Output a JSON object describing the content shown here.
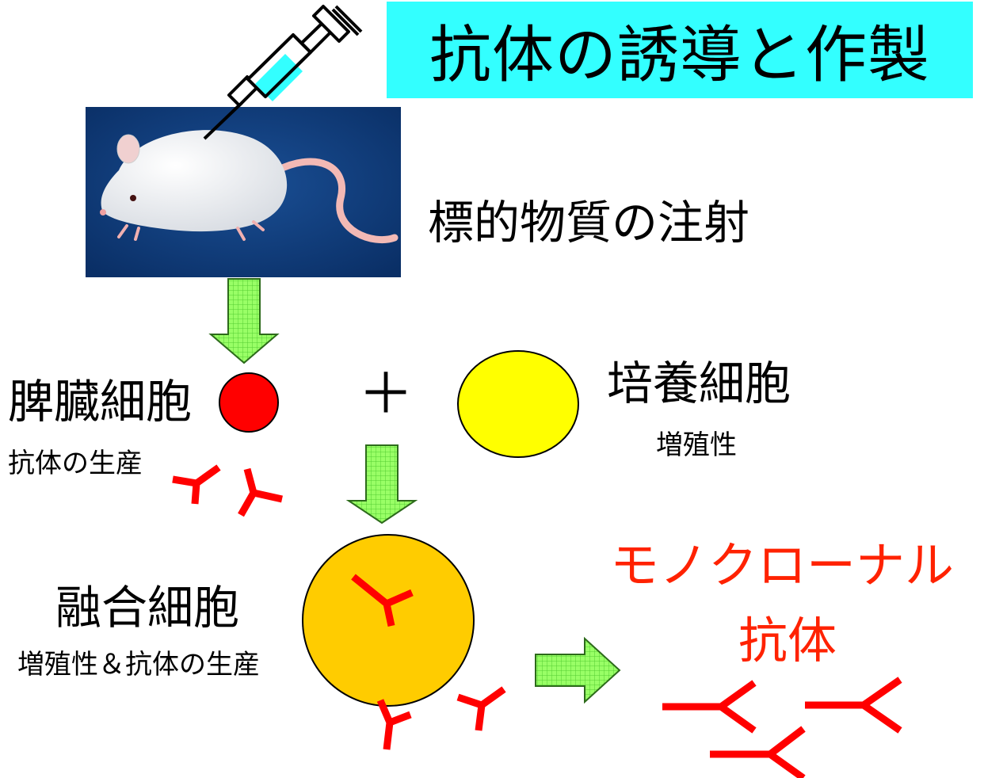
{
  "title": "抗体の誘導と作製",
  "labels": {
    "injection": "標的物質の注射",
    "spleen_cells": "脾臓細胞",
    "spleen_sub": "抗体の生産",
    "plus": "＋",
    "culture_cells": "培養細胞",
    "culture_sub": "増殖性",
    "fused_cells": "融合細胞",
    "fused_sub": "増殖性＆抗体の生産",
    "monoclonal_line1": "モノクローナル",
    "monoclonal_line2": "抗体"
  },
  "colors": {
    "title_bg": "#33ffff",
    "arrow_fill": "#99ff66",
    "spleen_cell": "#ff0000",
    "culture_cell": "#ffff00",
    "fused_cell": "#ffcc00",
    "antibody": "#ff0000",
    "monoclonal_text": "#ff2200",
    "photo_bg": "#0d3a7a"
  },
  "icons": {
    "syringe": "syringe-icon",
    "mouse": "mouse-photo",
    "antibody": "antibody-icon"
  }
}
